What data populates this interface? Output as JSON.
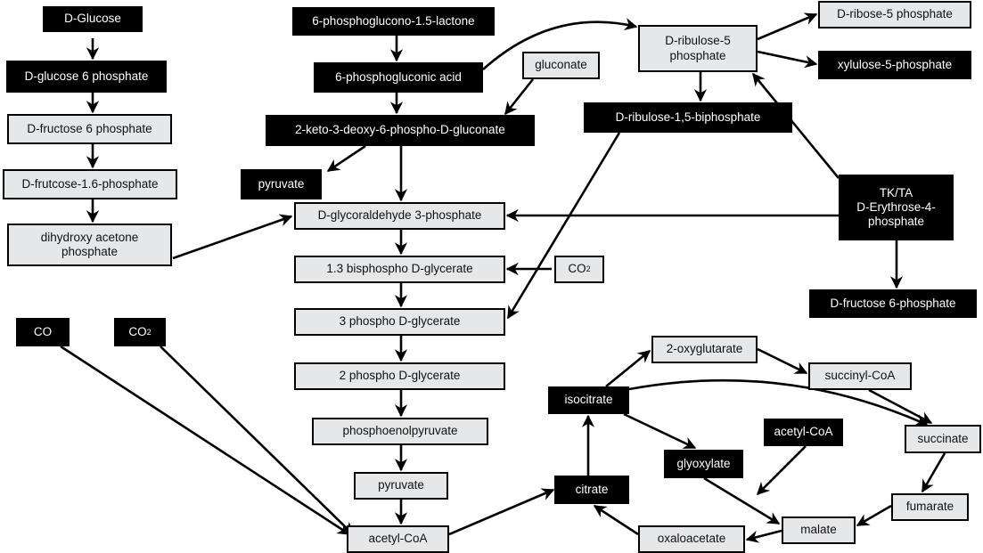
{
  "colors": {
    "dark_fill": "#000000",
    "light_fill": "#e6e7e9",
    "stroke": "#000000",
    "dark_text": "#ffffff",
    "light_text": "#111111"
  },
  "nodes": {
    "d_glucose": {
      "label": "D-Glucose",
      "style": "dark"
    },
    "d_glucose_6p": {
      "label": "D-glucose 6 phosphate",
      "style": "dark"
    },
    "d_fructose_6p_glyc": {
      "label": "D-fructose 6 phosphate",
      "style": "light"
    },
    "d_fructose_16bp": {
      "label": "D-frutcose-1.6-phosphate",
      "style": "light"
    },
    "dhap": {
      "label": "dihydroxy acetone\nphosphate",
      "style": "light"
    },
    "pg_lactone": {
      "label": "6-phosphoglucono-1.5-lactone",
      "style": "dark"
    },
    "pg_acid": {
      "label": "6-phosphogluconic acid",
      "style": "dark"
    },
    "gluconate": {
      "label": "gluconate",
      "style": "light"
    },
    "kdpg": {
      "label": "2-keto-3-deoxy-6-phospho-D-gluconate",
      "style": "dark"
    },
    "pyruvate_ed": {
      "label": "pyruvate",
      "style": "dark"
    },
    "g3p": {
      "label": "D-glycoraldehyde 3-phosphate",
      "style": "light"
    },
    "bpg": {
      "label": "1.3 bisphospho D-glycerate",
      "style": "light"
    },
    "co2_a": {
      "label": "CO",
      "sub": "2",
      "style": "light"
    },
    "pg3": {
      "label": "3 phospho D-glycerate",
      "style": "light"
    },
    "pg2": {
      "label": "2 phospho D-glycerate",
      "style": "light"
    },
    "pep": {
      "label": "phosphoenolpyruvate",
      "style": "light"
    },
    "pyruvate": {
      "label": "pyruvate",
      "style": "light"
    },
    "acetyl_coa": {
      "label": "acetyl-CoA",
      "style": "light"
    },
    "co": {
      "label": "CO",
      "style": "dark"
    },
    "co2_b": {
      "label": "CO",
      "sub": "2",
      "style": "dark"
    },
    "ru5p": {
      "label": "D-ribulose-5\nphosphate",
      "style": "light"
    },
    "r5p": {
      "label": "D-ribose-5 phosphate",
      "style": "light"
    },
    "xu5p": {
      "label": "xylulose-5-phosphate",
      "style": "dark"
    },
    "rubp": {
      "label": "D-ribulose-1,5-biphosphate",
      "style": "dark"
    },
    "tkta": {
      "label": "TK/TA\nD-Erythrose-4-\nphosphate",
      "style": "dark"
    },
    "d_fructose_6p_ppp": {
      "label": "D-fructose 6-phosphate",
      "style": "dark"
    },
    "citrate": {
      "label": "citrate",
      "style": "dark"
    },
    "isocitrate": {
      "label": "isocitrate",
      "style": "dark"
    },
    "oxoglutarate": {
      "label": "2-oxyglutarate",
      "style": "light"
    },
    "succinyl_coa": {
      "label": "succinyl-CoA",
      "style": "light"
    },
    "succinate": {
      "label": "succinate",
      "style": "light"
    },
    "fumarate": {
      "label": "fumarate",
      "style": "light"
    },
    "malate": {
      "label": "malate",
      "style": "light"
    },
    "oxaloacetate": {
      "label": "oxaloacetate",
      "style": "light"
    },
    "glyoxylate": {
      "label": "glyoxylate",
      "style": "dark"
    },
    "acetyl_coa_gly": {
      "label": "acetyl-CoA",
      "style": "dark"
    }
  },
  "edges": [
    {
      "from": "d_glucose",
      "to": "d_glucose_6p"
    },
    {
      "from": "d_glucose_6p",
      "to": "d_fructose_6p_glyc"
    },
    {
      "from": "d_fructose_6p_glyc",
      "to": "d_fructose_16bp"
    },
    {
      "from": "d_fructose_16bp",
      "to": "dhap"
    },
    {
      "from": "dhap",
      "to": "g3p"
    },
    {
      "from": "pg_lactone",
      "to": "pg_acid"
    },
    {
      "from": "pg_acid",
      "to": "ru5p",
      "curve": "up"
    },
    {
      "from": "pg_acid",
      "to": "kdpg"
    },
    {
      "from": "gluconate",
      "to": "kdpg"
    },
    {
      "from": "kdpg",
      "to": "pyruvate_ed"
    },
    {
      "from": "kdpg",
      "to": "g3p"
    },
    {
      "from": "g3p",
      "to": "bpg"
    },
    {
      "from": "co2_a",
      "to": "bpg"
    },
    {
      "from": "bpg",
      "to": "pg3"
    },
    {
      "from": "pg3",
      "to": "pg2"
    },
    {
      "from": "pg2",
      "to": "pep"
    },
    {
      "from": "pep",
      "to": "pyruvate"
    },
    {
      "from": "pyruvate",
      "to": "acetyl_coa"
    },
    {
      "from": "co",
      "to": "acetyl_coa"
    },
    {
      "from": "co2_b",
      "to": "acetyl_coa"
    },
    {
      "from": "ru5p",
      "to": "r5p"
    },
    {
      "from": "ru5p",
      "to": "xu5p"
    },
    {
      "from": "ru5p",
      "to": "rubp"
    },
    {
      "from": "rubp",
      "to": "pg3"
    },
    {
      "from": "tkta",
      "to": "ru5p"
    },
    {
      "from": "tkta",
      "to": "g3p"
    },
    {
      "from": "tkta",
      "to": "d_fructose_6p_ppp"
    },
    {
      "from": "acetyl_coa",
      "to": "citrate"
    },
    {
      "from": "citrate",
      "to": "isocitrate"
    },
    {
      "from": "isocitrate",
      "to": "oxoglutarate"
    },
    {
      "from": "oxoglutarate",
      "to": "succinyl_coa"
    },
    {
      "from": "succinyl_coa",
      "to": "succinate"
    },
    {
      "from": "isocitrate",
      "to": "succinate",
      "curve": "arc"
    },
    {
      "from": "isocitrate",
      "to": "glyoxylate"
    },
    {
      "from": "succinate",
      "to": "fumarate"
    },
    {
      "from": "fumarate",
      "to": "malate"
    },
    {
      "from": "glyoxylate",
      "to": "malate"
    },
    {
      "from": "acetyl_coa_gly",
      "to": "malate"
    },
    {
      "from": "malate",
      "to": "oxaloacetate"
    },
    {
      "from": "oxaloacetate",
      "to": "citrate"
    }
  ]
}
